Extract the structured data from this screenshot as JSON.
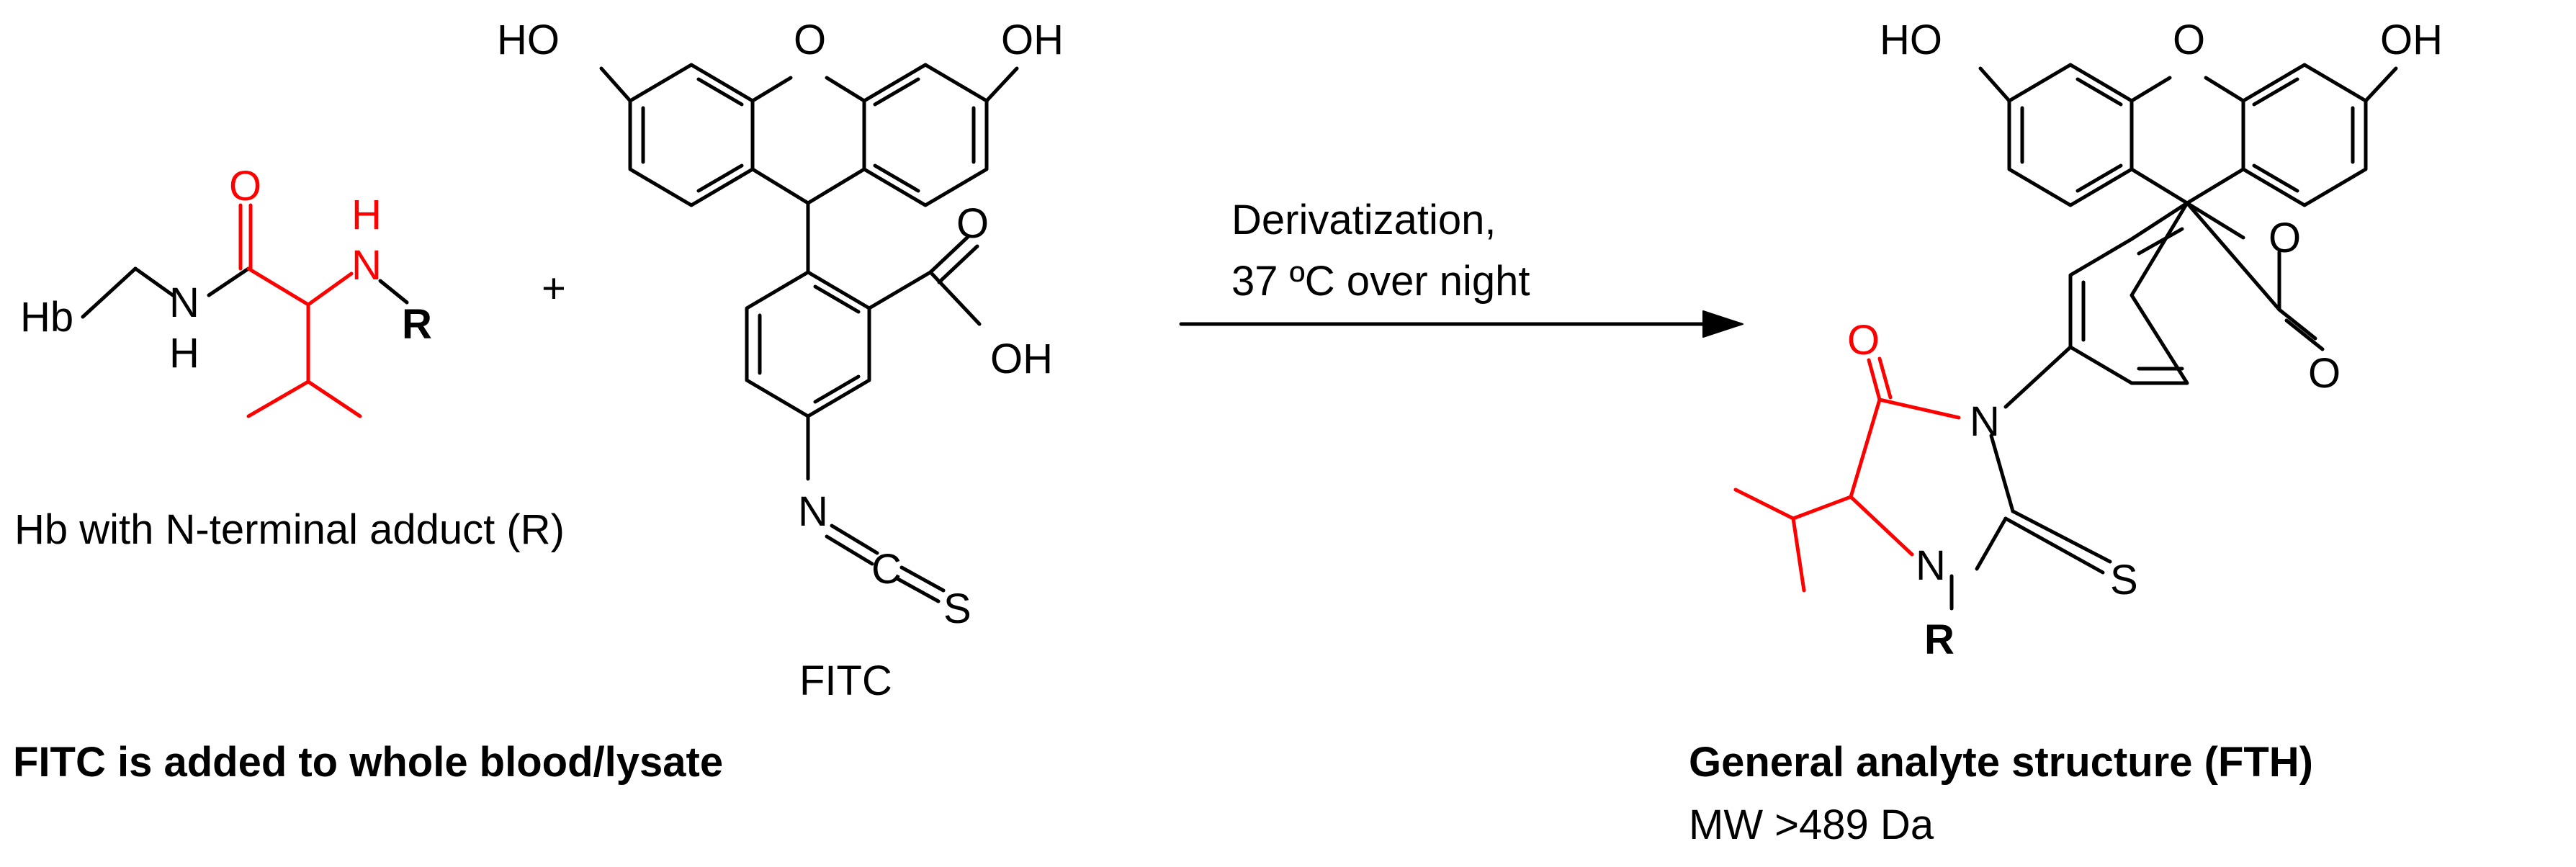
{
  "reactant_amine": {
    "hb_left": "Hb",
    "n_amide": "N",
    "h_amide": "H",
    "o_carbonyl": "O",
    "h_amine": "H",
    "n_amine": "N",
    "r_group": "R",
    "caption": "Hb with N-terminal adduct (R)"
  },
  "plus_sign": "+",
  "fitc": {
    "ho_left": "HO",
    "o_ring": "O",
    "oh_right": "OH",
    "o_acid": "O",
    "oh_acid": "OH",
    "n_iso": "N",
    "c_iso": "C",
    "s_iso": "S",
    "name": "FITC"
  },
  "arrow": {
    "line1": "Derivatization,",
    "line2": "37 ºC over night"
  },
  "product": {
    "ho_left": "HO",
    "o_ring": "O",
    "oh_right": "OH",
    "o_lactone": "O",
    "o_lactone_carbonyl": "O",
    "o_hydantoin": "O",
    "n_top": "N",
    "n_bottom": "N",
    "s_thio": "S",
    "r_group": "R",
    "name": "General analyte structure (FTH)",
    "mw": "MW >489 Da"
  },
  "footer_left": "FITC is added to whole blood/lysate",
  "colors": {
    "highlight": "#ff0000",
    "ink": "#000000",
    "background": "#ffffff"
  }
}
